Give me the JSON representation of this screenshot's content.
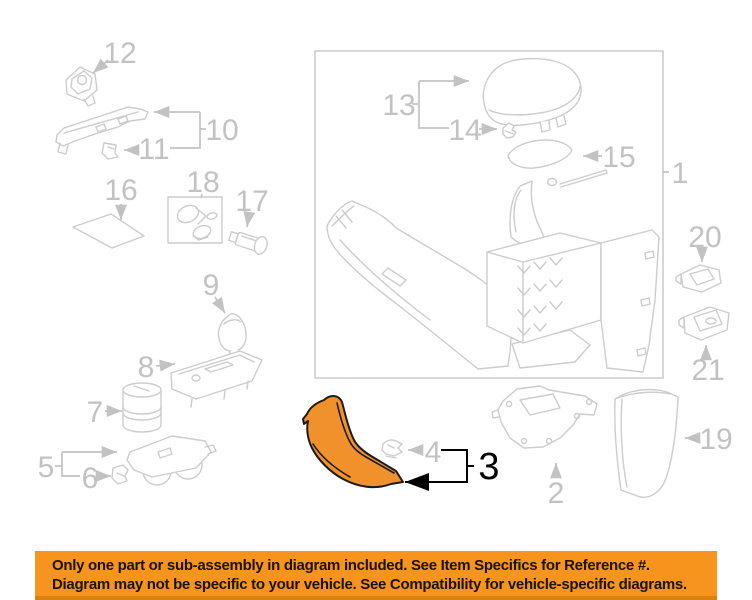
{
  "banner": {
    "line1": "Only one part or sub-assembly in diagram included. See Item Specifics for Reference #.",
    "line2": "Diagram may not be specific to your vehicle. See Compatibility for vehicle-specific diagrams."
  },
  "callouts": {
    "n1": "1",
    "n2": "2",
    "n3": "3",
    "n4": "4",
    "n5": "5",
    "n6": "6",
    "n7": "7",
    "n8": "8",
    "n9": "9",
    "n10": "10",
    "n11": "11",
    "n12": "12",
    "n13": "13",
    "n14": "14",
    "n15": "15",
    "n16": "16",
    "n17": "17",
    "n18": "18",
    "n19": "19",
    "n20": "20",
    "n21": "21"
  },
  "highlighted_part": {
    "number": "3"
  },
  "colors": {
    "highlight_orange": "#f0912b",
    "banner_orange": "#f7941d",
    "banner_edge": "#d9820e",
    "banner_text": "#1a1203",
    "line_gray": "#cccccc",
    "leader_gray": "#c2c2c2",
    "label_gray": "#c2c2c2",
    "callout_black": "#000000"
  }
}
